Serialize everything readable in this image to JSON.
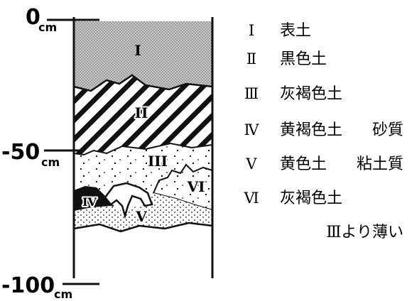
{
  "depth_scale": [
    {
      "value": "0",
      "unit": "cm"
    },
    {
      "value": "-50",
      "unit": "cm"
    },
    {
      "value": "-100",
      "unit": "cm"
    }
  ],
  "layer_marks": [
    "I",
    "II",
    "III",
    "IV",
    "V",
    "VI"
  ],
  "legend": [
    {
      "num": "I",
      "text": "表土",
      "note": ""
    },
    {
      "num": "Ⅱ",
      "text": "黒色土",
      "note": ""
    },
    {
      "num": "Ⅲ",
      "text": "灰褐色土",
      "note": ""
    },
    {
      "num": "Ⅳ",
      "text": "黄褐色土",
      "note": "砂質"
    },
    {
      "num": "Ⅴ",
      "text": "黄色土",
      "note": "粘土質"
    },
    {
      "num": "Ⅵ",
      "text": "灰褐色土",
      "note": ""
    }
  ],
  "legend_footnote": "Ⅲより薄い",
  "colors": {
    "ink": "#111111",
    "paper": "#ffffff",
    "layer_I_fill": "#c9c9c9",
    "layer_IV_fill": "#111111"
  }
}
